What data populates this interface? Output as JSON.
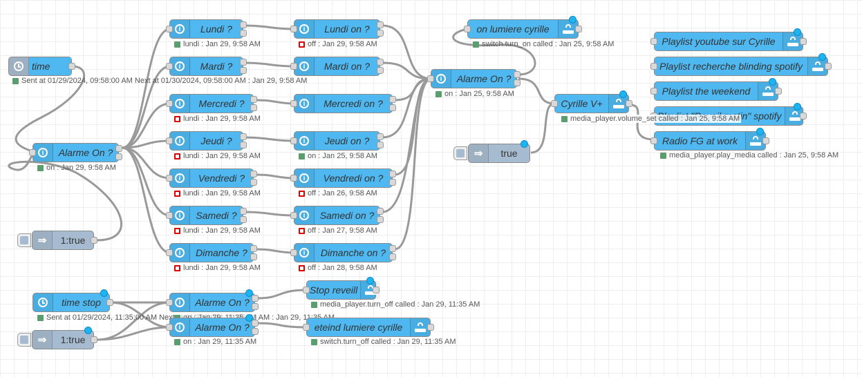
{
  "nodes": {
    "time": {
      "label": "time",
      "status": "Sent at 01/29/2024, 09:58:00 AM Next at 01/30/2024, 09:58:00 AM : Jan 29, 9:58 AM"
    },
    "alarm_on_main": {
      "label": "Alarme On ?",
      "status": "on : Jan 29, 9:58 AM"
    },
    "inject_1true": {
      "label": "1:true"
    },
    "lundi": {
      "label": "Lundi ?",
      "status": "lundi : Jan 29, 9:58 AM"
    },
    "mardi": {
      "label": "Mardi ?",
      "status": "lundi : Jan 29, 9:58 AM"
    },
    "mercredi": {
      "label": "Mercredi ?",
      "status": "lundi : Jan 29, 9:58 AM"
    },
    "jeudi": {
      "label": "Jeudi ?",
      "status": "lundi : Jan 29, 9:58 AM"
    },
    "vendredi": {
      "label": "Vendredi ?",
      "status": "lundi : Jan 29, 9:58 AM"
    },
    "samedi": {
      "label": "Samedi ?",
      "status": "lundi : Jan 29, 9:58 AM"
    },
    "dimanche": {
      "label": "Dimanche ?",
      "status": "lundi : Jan 29, 9:58 AM"
    },
    "lundi_on": {
      "label": "Lundi on ?",
      "status": "off : Jan 29, 9:58 AM"
    },
    "mardi_on": {
      "label": "Mardi on ?",
      "status": ""
    },
    "mercredi_on": {
      "label": "Mercredi on ?",
      "status": ""
    },
    "jeudi_on": {
      "label": "Jeudi on ?",
      "status": "on : Jan 25, 9:58 AM"
    },
    "vendredi_on": {
      "label": "Vendredi on ?",
      "status": "off : Jan 26, 9:58 AM"
    },
    "samedi_on": {
      "label": "Samedi on ?",
      "status": "off : Jan 27, 9:58 AM"
    },
    "dimanche_on": {
      "label": "Dimanche on ?",
      "status": "off : Jan 28, 9:58 AM"
    },
    "alarm_on_2": {
      "label": "Alarme On ?",
      "status": "on : Jan 25, 9:58 AM"
    },
    "lumiere_cyrille": {
      "label": "on lumiere cyrille",
      "status": "switch.turn_on called : Jan 25, 9:58 AM"
    },
    "inject_true": {
      "label": "true"
    },
    "cyrille_v": {
      "label": "Cyrille V+",
      "status": "media_player.volume_set called : Jan 25, 9:58 AM"
    },
    "playlist_youtube": {
      "label": "Playlist youtube sur Cyrille"
    },
    "playlist_recherche": {
      "label": "Playlist recherche blinding spotify"
    },
    "playlist_weekend": {
      "label": "Playlist the weekend"
    },
    "playlist_reveil": {
      "label": "Playlist \"Reveil matin\" spotify"
    },
    "radio_fg": {
      "label": "Radio FG at work",
      "status": "media_player.play_media called : Jan 25, 9:58 AM"
    },
    "time_stop": {
      "label": "time stop",
      "status": "Sent at 01/29/2024, 11:35:00 AM Next at 01/30/2024, 11:35:00 AM : Jan 29, 11:35 AM"
    },
    "inject_1true_b": {
      "label": "1:true"
    },
    "alarm_on_b1": {
      "label": "Alarme On ?",
      "status": "on : Jan 29, 11:35 AM"
    },
    "alarm_on_b2": {
      "label": "Alarme On ?",
      "status": "on : Jan 29, 11:35 AM"
    },
    "stop_reveil": {
      "label": "Stop reveill",
      "status": "media_player.turn_off called : Jan 29, 11:35 AM"
    },
    "eteind_lumiere": {
      "label": "eteind lumiere cyrille",
      "status": "switch.turn_off called : Jan 29, 11:35 AM"
    }
  },
  "colors": {
    "function": "#4fb8f0",
    "inject": "#a6bbcf",
    "wire": "#999999",
    "status_green": "#5a9e6f",
    "status_red": "#dd0000"
  },
  "icons": {
    "switch": "info-icon",
    "inject": "clock-icon",
    "inject_manual": "arrow-icon",
    "ha_service": "wifi-router-icon"
  }
}
